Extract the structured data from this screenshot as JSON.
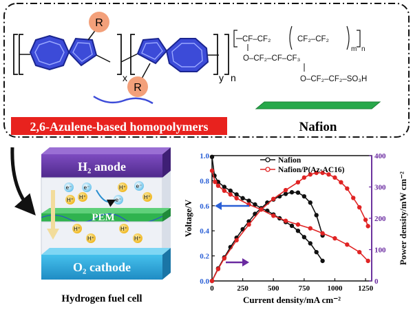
{
  "top_panel": {
    "polymer_label": "2,6-Azulene-based homopolymers",
    "substituent": "R",
    "subscript_x": "x",
    "subscript_y": "y",
    "subscript_n": "n",
    "nafion_label": "Nafion",
    "nafion_formula": {
      "line1": "CF–CF₂",
      "line1b": "CF₂–CF₂",
      "m": "m",
      "n": "n",
      "line2": "O–CF₂–CF–CF₃",
      "line3": "O–CF₂–CF₂–SO₃H"
    },
    "colors": {
      "polymer_label_bg": "#e8221e",
      "azulene": "#3c4bd8",
      "r_group": "#f3a07a",
      "membrane": "#27a84a"
    }
  },
  "fuel_cell": {
    "anode_label": "H₂ anode",
    "pem_label": "PEM",
    "cathode_label": "O₂ cathode",
    "caption": "Hydrogen fuel cell",
    "proton": "H⁺",
    "electron": "e⁻",
    "colors": {
      "anode": "#6a3aa6",
      "cathode": "#2aa9d8",
      "pem": "#2fb34f",
      "proton": "#f5c542",
      "electron": "#8fd6f2"
    }
  },
  "chart_data": {
    "type": "line",
    "xlabel": "Current density/mA cm⁻²",
    "ylabel_left": "Voltage/V",
    "ylabel_right": "Power density/mW cm⁻²",
    "xlim": [
      0,
      1300
    ],
    "ylim_left": [
      0,
      1.0
    ],
    "ylim_right": [
      0,
      400
    ],
    "x_ticks": [
      "0",
      "250",
      "500",
      "750",
      "1000",
      "1250"
    ],
    "y_ticks_left": [
      "0.0",
      "0.2",
      "0.4",
      "0.6",
      "0.8",
      "1.0"
    ],
    "y_ticks_right": [
      "0",
      "100",
      "200",
      "300",
      "400"
    ],
    "legend_placement": "top-right",
    "series": [
      {
        "name": "Nafion",
        "axis": "left",
        "kind": "voltage",
        "color": "#111111",
        "points": [
          [
            0,
            0.99
          ],
          [
            20,
            0.84
          ],
          [
            50,
            0.79
          ],
          [
            100,
            0.75
          ],
          [
            150,
            0.72
          ],
          [
            200,
            0.69
          ],
          [
            250,
            0.66
          ],
          [
            300,
            0.64
          ],
          [
            350,
            0.61
          ],
          [
            400,
            0.58
          ],
          [
            450,
            0.56
          ],
          [
            500,
            0.53
          ],
          [
            550,
            0.5
          ],
          [
            600,
            0.47
          ],
          [
            650,
            0.44
          ],
          [
            700,
            0.4
          ],
          [
            750,
            0.35
          ],
          [
            800,
            0.3
          ],
          [
            850,
            0.23
          ],
          [
            900,
            0.16
          ]
        ]
      },
      {
        "name": "Nafion",
        "axis": "right",
        "kind": "power",
        "color": "#111111",
        "points": [
          [
            0,
            0
          ],
          [
            50,
            40
          ],
          [
            100,
            75
          ],
          [
            150,
            108
          ],
          [
            200,
            138
          ],
          [
            250,
            165
          ],
          [
            300,
            190
          ],
          [
            350,
            214
          ],
          [
            400,
            232
          ],
          [
            450,
            250
          ],
          [
            500,
            260
          ],
          [
            550,
            270
          ],
          [
            600,
            278
          ],
          [
            650,
            283
          ],
          [
            700,
            282
          ],
          [
            750,
            270
          ],
          [
            800,
            250
          ],
          [
            850,
            210
          ],
          [
            900,
            145
          ]
        ]
      },
      {
        "name": "Nafion/P(Az-AC16)",
        "axis": "left",
        "kind": "voltage",
        "color": "#e02424",
        "points": [
          [
            0,
            0.88
          ],
          [
            25,
            0.79
          ],
          [
            50,
            0.76
          ],
          [
            100,
            0.72
          ],
          [
            150,
            0.69
          ],
          [
            200,
            0.66
          ],
          [
            300,
            0.61
          ],
          [
            400,
            0.57
          ],
          [
            500,
            0.52
          ],
          [
            600,
            0.48
          ],
          [
            700,
            0.45
          ],
          [
            800,
            0.42
          ],
          [
            900,
            0.38
          ],
          [
            1000,
            0.34
          ],
          [
            1100,
            0.29
          ],
          [
            1200,
            0.23
          ],
          [
            1270,
            0.16
          ]
        ]
      },
      {
        "name": "Nafion/P(Az-AC16)",
        "axis": "right",
        "kind": "power",
        "color": "#e02424",
        "points": [
          [
            0,
            0
          ],
          [
            50,
            38
          ],
          [
            100,
            72
          ],
          [
            200,
            130
          ],
          [
            300,
            180
          ],
          [
            400,
            228
          ],
          [
            500,
            262
          ],
          [
            600,
            290
          ],
          [
            700,
            315
          ],
          [
            750,
            330
          ],
          [
            800,
            340
          ],
          [
            850,
            345
          ],
          [
            900,
            345
          ],
          [
            950,
            340
          ],
          [
            1000,
            330
          ],
          [
            1050,
            315
          ],
          [
            1100,
            295
          ],
          [
            1150,
            265
          ],
          [
            1200,
            235
          ],
          [
            1250,
            195
          ],
          [
            1270,
            175
          ]
        ]
      }
    ],
    "arrow_colors": {
      "voltage": "#2a5fd6",
      "power": "#6a2aa0"
    }
  }
}
